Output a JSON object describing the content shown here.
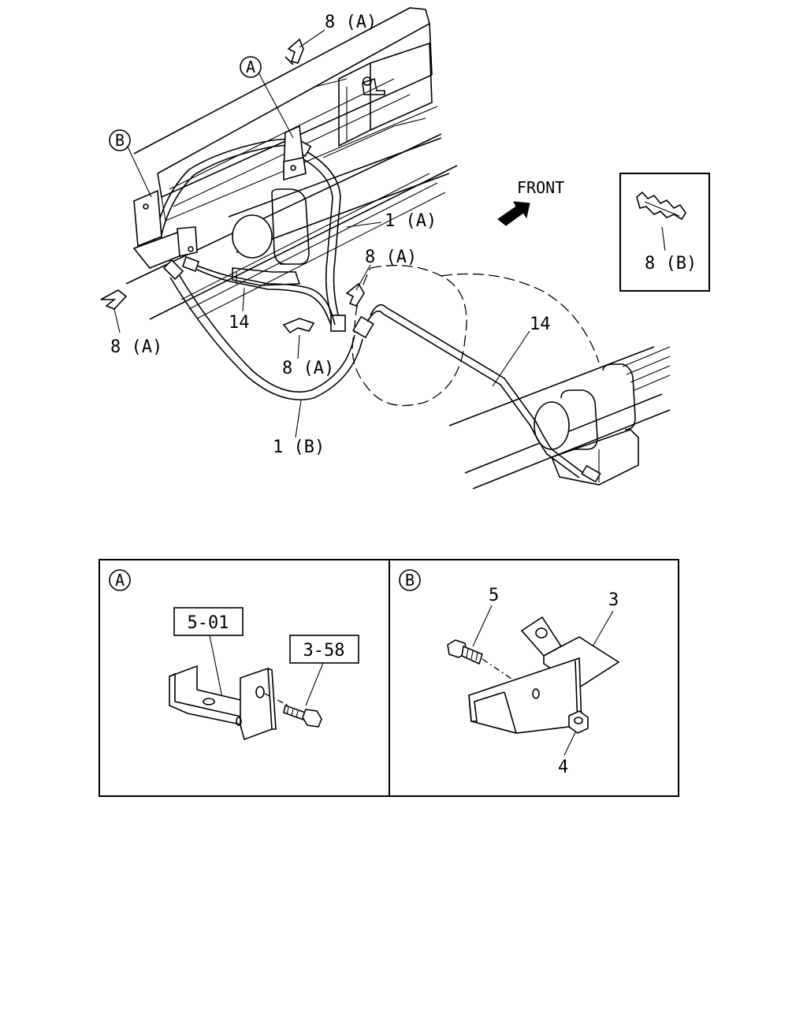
{
  "labels": {
    "clip_8a_top": "8 (A)",
    "clip_8a_mid": "8 (A)",
    "clip_8a_left": "8 (A)",
    "clip_8a_center": "8 (A)",
    "clip_8b": "8 (B)",
    "hose_1a": "1 (A)",
    "hose_1b": "1 (B)",
    "pipe_14_left": "14",
    "pipe_14_right": "14",
    "front": "FRONT",
    "callout_a": "A",
    "callout_b": "B",
    "detail_a_circle": "A",
    "detail_b_circle": "B",
    "ref_501": "5-01",
    "ref_358": "3-58",
    "part_5": "5",
    "part_3": "3",
    "part_4": "4"
  }
}
